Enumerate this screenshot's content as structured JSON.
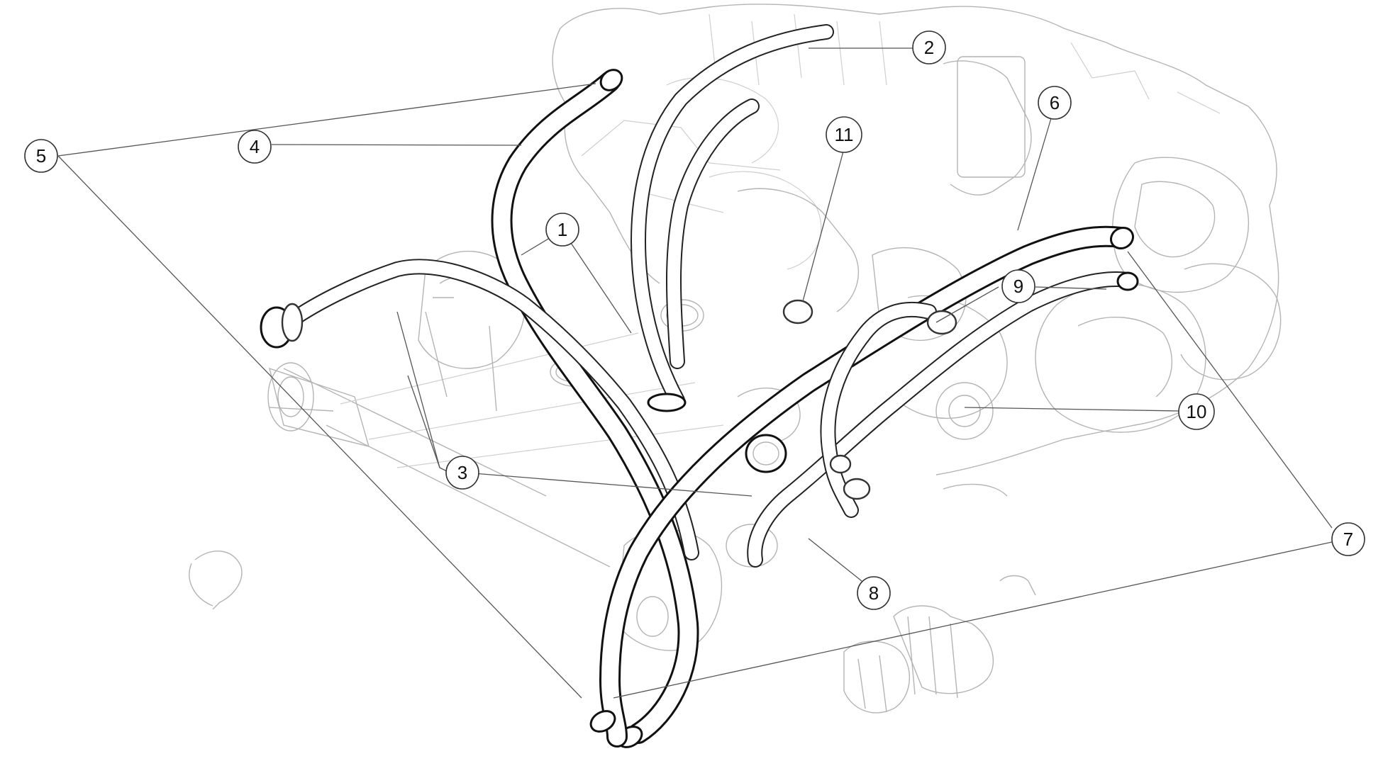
{
  "diagram": {
    "callouts": [
      {
        "id": "1",
        "label": "1"
      },
      {
        "id": "2",
        "label": "2"
      },
      {
        "id": "3",
        "label": "3"
      },
      {
        "id": "4",
        "label": "4"
      },
      {
        "id": "5",
        "label": "5"
      },
      {
        "id": "6",
        "label": "6"
      },
      {
        "id": "7",
        "label": "7"
      },
      {
        "id": "8",
        "label": "8"
      },
      {
        "id": "9",
        "label": "9"
      },
      {
        "id": "10",
        "label": "10"
      },
      {
        "id": "11",
        "label": "11"
      }
    ],
    "colors": {
      "hose": "#111111",
      "ghost_engine": "#b4b4b4",
      "leader": "#555555",
      "background": "#ffffff"
    }
  }
}
